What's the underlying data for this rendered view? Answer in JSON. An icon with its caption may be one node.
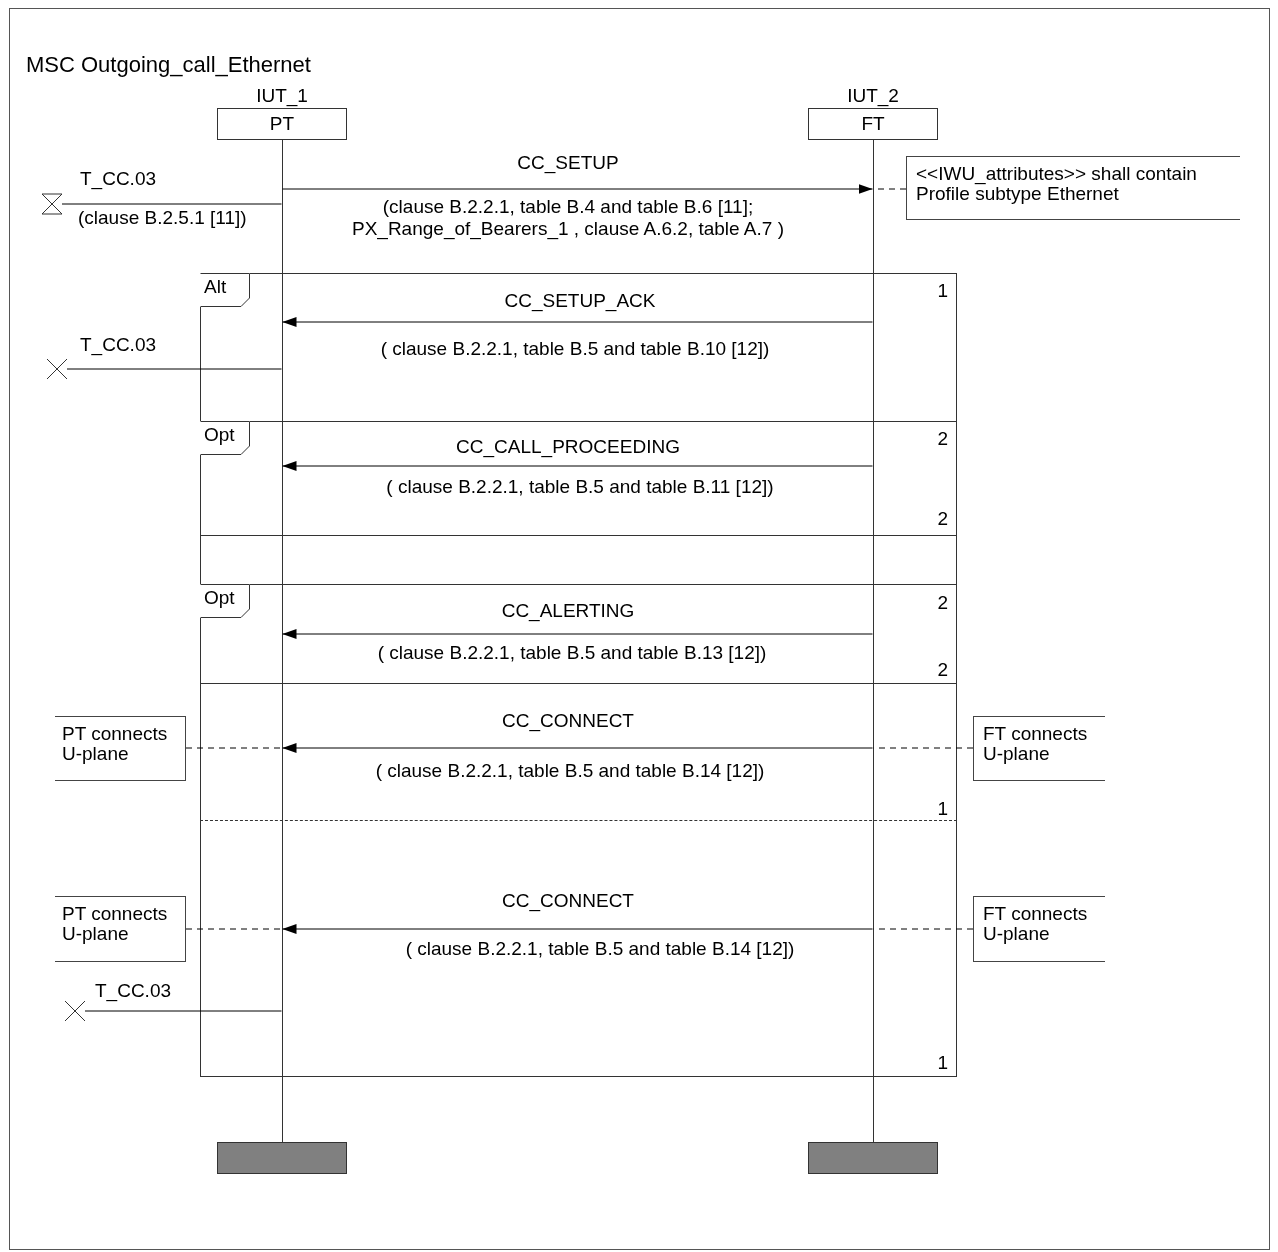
{
  "diagram": {
    "title": "MSC Outgoing_call_Ethernet",
    "nodes": [
      {
        "text": [
          "IUT_1",
          "PT"
        ]
      },
      {
        "text": [
          "IUT_2",
          "FT"
        ]
      },
      {
        "text": [],
        "shape": "line"
      },
      {
        "text": [],
        "shape": "line"
      },
      {
        "text": [
          "<<IWU_attributes>> shall contain Profile subtype Ethernet"
        ]
      },
      {
        "text": [],
        "shape": "hourglass"
      },
      {
        "text": [
          "Alt"
        ]
      },
      {
        "text": [],
        "shape": "cross"
      },
      {
        "text": [
          "Opt"
        ]
      },
      {
        "text": [
          "Opt"
        ]
      },
      {
        "text": [
          "PT connects U-plane"
        ]
      },
      {
        "text": [
          "FT connects U-plane"
        ]
      },
      {
        "text": [
          "PT connects U-plane"
        ]
      },
      {
        "text": [
          "FT connects U-plane"
        ]
      },
      {
        "text": [],
        "shape": "cross"
      },
      {
        "text": [],
        "shape": "bar"
      },
      {
        "text": [],
        "shape": "bar"
      }
    ],
    "edges": [
      {
        "from": 2,
        "to": 3,
        "arrow": "to",
        "label": "CC_SETUP"
      },
      {
        "from": 4,
        "to": 3,
        "arrow": "none",
        "style": "dashed"
      },
      {
        "from": 2,
        "to": 5,
        "arrow": "none",
        "label": "T_CC.03"
      },
      {
        "from": 3,
        "to": 2,
        "arrow": "to",
        "label": "CC_SETUP_ACK"
      },
      {
        "from": 2,
        "to": 7,
        "arrow": "none",
        "label": "T_CC.03"
      },
      {
        "from": 3,
        "to": 2,
        "arrow": "to",
        "label": "CC_CALL_PROCEEDING"
      },
      {
        "from": 3,
        "to": 2,
        "arrow": "to",
        "label": "CC_ALERTING"
      },
      {
        "from": 3,
        "to": 2,
        "arrow": "to",
        "label": "CC_CONNECT"
      },
      {
        "from": 10,
        "to": 2,
        "arrow": "none",
        "style": "dashed"
      },
      {
        "from": 11,
        "to": 3,
        "arrow": "none",
        "style": "dashed"
      },
      {
        "from": 3,
        "to": 2,
        "arrow": "to",
        "label": "CC_CONNECT"
      },
      {
        "from": 12,
        "to": 2,
        "arrow": "none",
        "style": "dashed"
      },
      {
        "from": 13,
        "to": 3,
        "arrow": "none",
        "style": "dashed"
      },
      {
        "from": 2,
        "to": 14,
        "arrow": "none",
        "label": "T_CC.03"
      }
    ],
    "labels": [
      "(clause B.2.5.1 [11])",
      "(clause B.2.2.1, table B.4 and table B.6 [11]; PX_Range_of_Bearers_1 , clause A.6.2, table A.7 )",
      "1",
      "( clause B.2.2.1, table B.5 and table B.10 [12])",
      "2",
      "( clause B.2.2.1, table B.5 and table B.11 [12])",
      "2",
      "2",
      "( clause B.2.2.1, table B.5 and table B.13 [12])",
      "2",
      "( clause B.2.2.1, table B.5 and table B.14 [12])",
      "1",
      "( clause B.2.2.1, table B.5 and table B.14 [12])",
      "1"
    ]
  }
}
